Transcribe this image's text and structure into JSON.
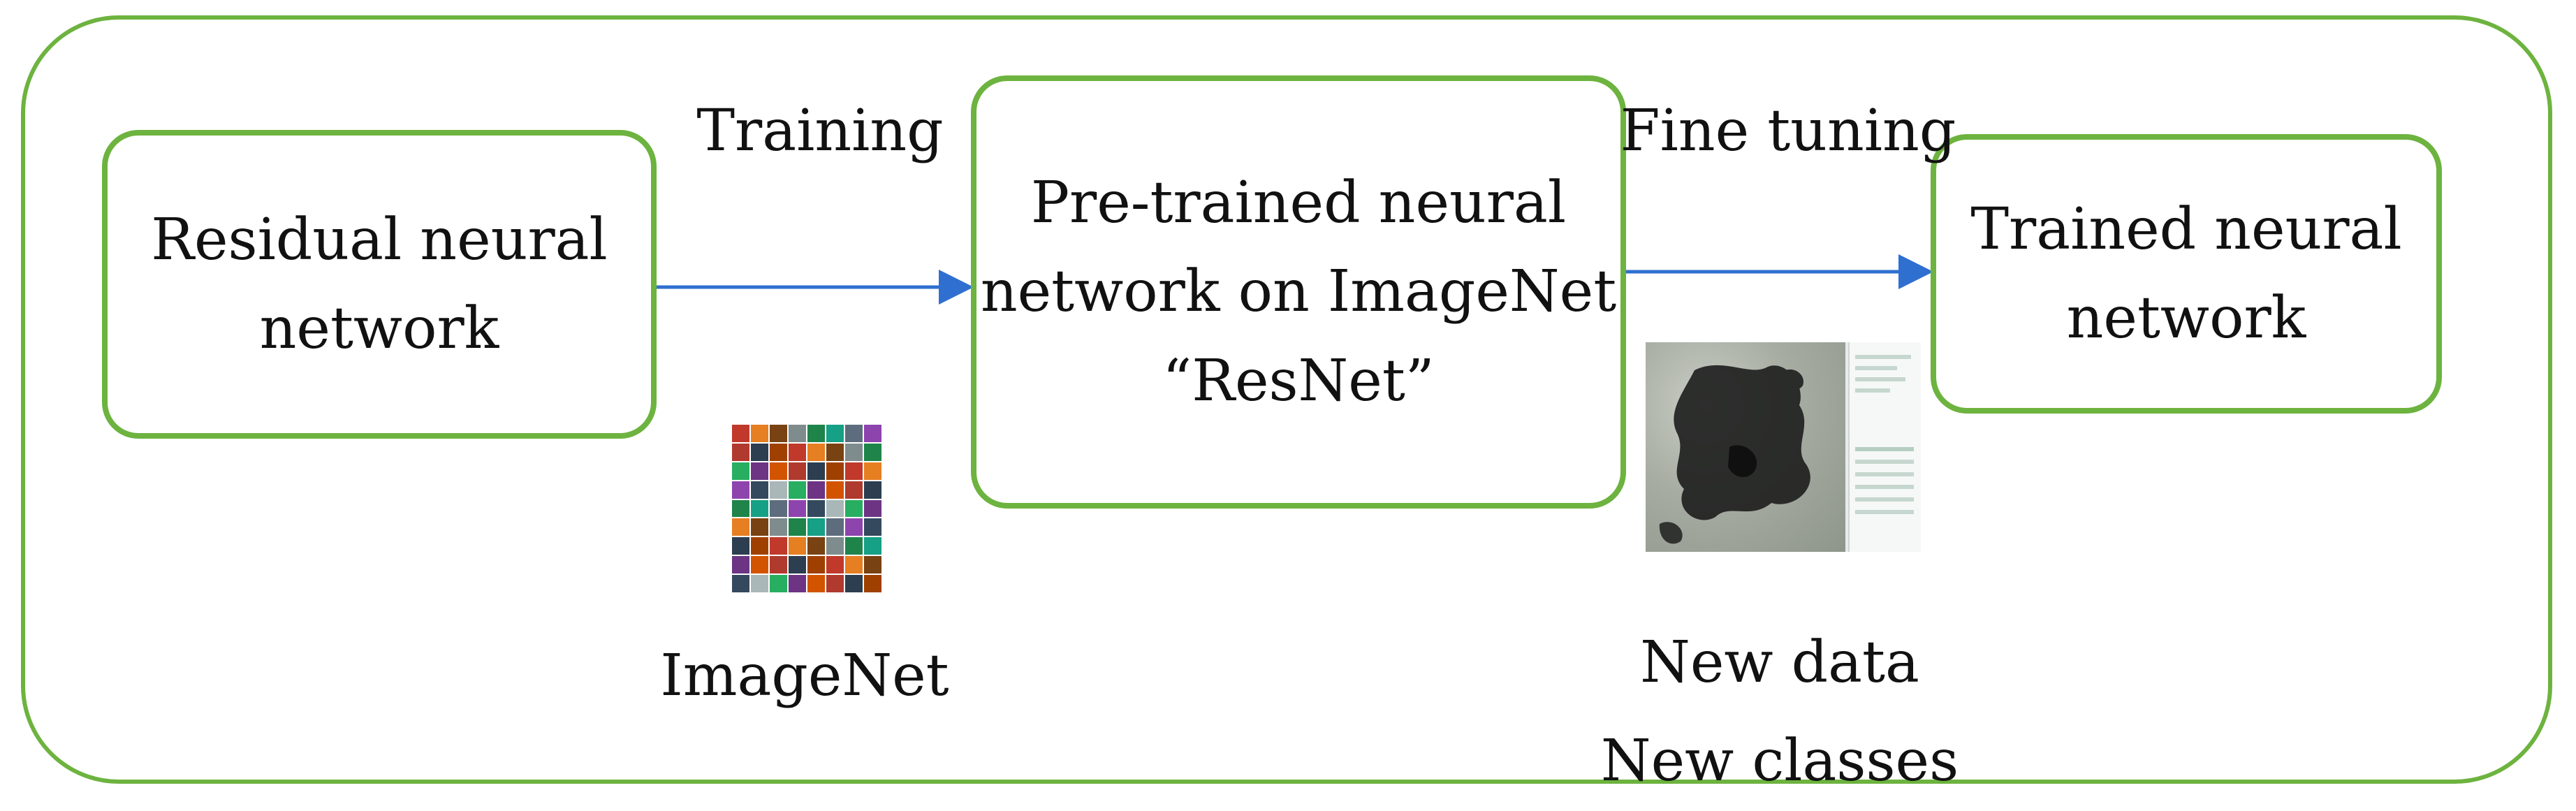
{
  "diagram": {
    "nodes": [
      {
        "id": "residual",
        "label": "Residual neural\nnetwork"
      },
      {
        "id": "pretrained",
        "label": "Pre-trained neural\nnetwork on ImageNet\n“ResNet”"
      },
      {
        "id": "trained",
        "label": "Trained neural\nnetwork"
      }
    ],
    "edges": [
      {
        "from": "residual",
        "to": "pretrained",
        "label": "Training"
      },
      {
        "from": "pretrained",
        "to": "trained",
        "label": "Fine tuning"
      }
    ],
    "captions": {
      "imagenet": "ImageNet",
      "new_data": "New data\nNew classes"
    },
    "thumbnails": {
      "imagenet": "imagenet-mosaic",
      "new_data": "map-screenshot"
    }
  },
  "colors": {
    "frame": "#6db33f",
    "arrow": "#2f6fd0",
    "text": "#111111"
  }
}
